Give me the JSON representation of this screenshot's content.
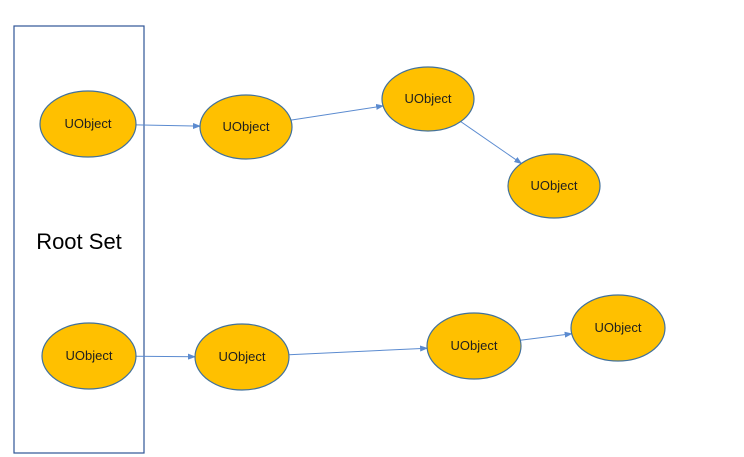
{
  "root_set": {
    "label": "Root Set"
  },
  "colors": {
    "node_fill": "#ffc000",
    "node_stroke": "#41719c",
    "edge": "#5b8bd0",
    "root_box_stroke": "#2f5597"
  },
  "nodes": [
    {
      "id": "n1",
      "label": "UObject"
    },
    {
      "id": "n2",
      "label": "UObject"
    },
    {
      "id": "n3",
      "label": "UObject"
    },
    {
      "id": "n4",
      "label": "UObject"
    },
    {
      "id": "n5",
      "label": "UObject"
    },
    {
      "id": "n6",
      "label": "UObject"
    },
    {
      "id": "n7",
      "label": "UObject"
    },
    {
      "id": "n8",
      "label": "UObject"
    }
  ],
  "edges": [
    {
      "from": "n1",
      "to": "n2"
    },
    {
      "from": "n2",
      "to": "n3"
    },
    {
      "from": "n3",
      "to": "n4"
    },
    {
      "from": "n5",
      "to": "n6"
    },
    {
      "from": "n6",
      "to": "n7"
    },
    {
      "from": "n7",
      "to": "n8"
    }
  ]
}
